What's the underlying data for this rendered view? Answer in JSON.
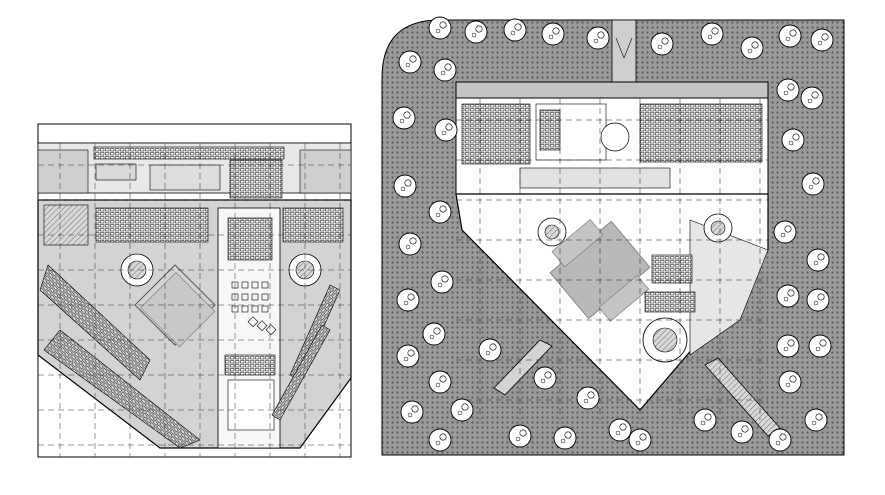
{
  "drawing": {
    "type": "architectural-floor-plans",
    "background": "#ffffff",
    "line_color": "#000000",
    "fill_light_gray": "#d4d4d4",
    "fill_mid_gray": "#bdbdbd",
    "fill_paving": "#8c8c8c",
    "text_labels": []
  },
  "plans": [
    {
      "id": "plan-left",
      "description_visible": false
    },
    {
      "id": "plan-right",
      "description_visible": false
    }
  ]
}
